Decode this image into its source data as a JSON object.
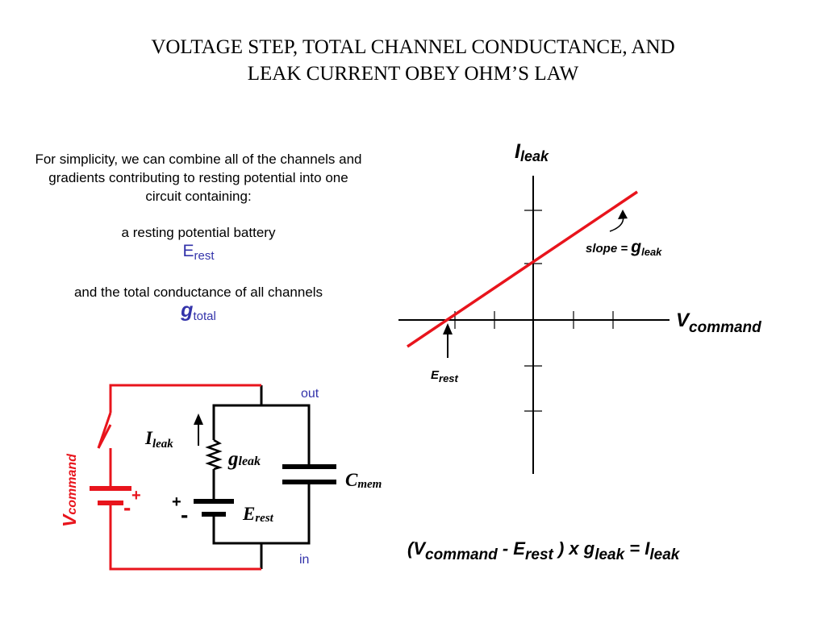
{
  "title": {
    "line1": "VOLTAGE STEP, TOTAL CHANNEL CONDUCTANCE, AND",
    "line2": "LEAK CURRENT OBEY OHM’S LAW"
  },
  "intro": {
    "paragraph": "For simplicity, we can combine all of the channels and gradients contributing to resting potential into one circuit containing:",
    "battery_text": "a resting potential battery",
    "battery_symbol": "E",
    "battery_symbol_sub": "rest",
    "conductance_text": "and the total conductance of all channels",
    "conductance_symbol": "g",
    "conductance_symbol_sub": "total"
  },
  "graph": {
    "y_label": "I",
    "y_label_sub": "leak",
    "x_label": "V",
    "x_label_sub": "command",
    "slope_label": "slope = ",
    "slope_g": "g",
    "slope_g_sub": "leak",
    "erest_label": "E",
    "erest_label_sub": "rest",
    "line_color": "#e8141c"
  },
  "circuit": {
    "out_label": "out",
    "in_label": "in",
    "i_leak": "I",
    "i_leak_sub": "leak",
    "g_leak": "g",
    "g_leak_sub": "leak",
    "c_mem": "C",
    "c_mem_sub": "mem",
    "e_rest": "E",
    "e_rest_sub": "rest",
    "plus": "+",
    "minus": "-",
    "v_command": "V",
    "v_command_sub": "command",
    "red_color": "#e8141c",
    "label_color": "#3333aa"
  },
  "equation": {
    "open": "(V",
    "v_sub": "command",
    "minus_e": " - E",
    "e_sub": "rest",
    "times_g": " )  x g",
    "g_sub": "leak",
    "equals_i": "  =  I",
    "i_sub": "leak"
  }
}
